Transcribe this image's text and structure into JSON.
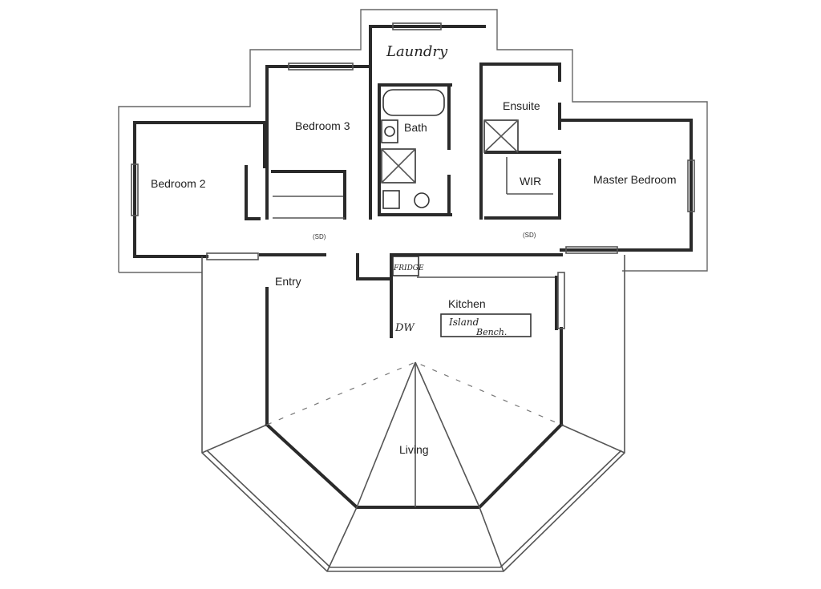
{
  "rooms": {
    "bedroom2": "Bedroom 2",
    "bedroom3": "Bedroom 3",
    "bath": "Bath",
    "laundry": "Laundry",
    "ensuite": "Ensuite",
    "wir": "WIR",
    "master": "Master Bedroom",
    "entry": "Entry",
    "kitchen": "Kitchen",
    "living": "Living"
  },
  "annotations": {
    "fridge": "FRIDGE",
    "dw": "DW",
    "island_line1": "Island",
    "island_line2": "Bench.",
    "sd_left": "(SD)",
    "sd_right": "(SD)"
  }
}
